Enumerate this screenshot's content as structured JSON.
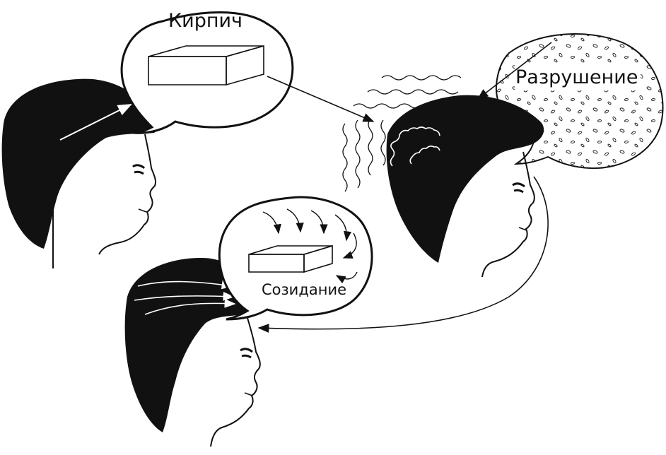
{
  "labels": {
    "brick": "Кирпич",
    "destruction": "Разрушение",
    "creation": "Созидание"
  },
  "colors": {
    "ink": "#111111",
    "paper": "#ffffff"
  }
}
